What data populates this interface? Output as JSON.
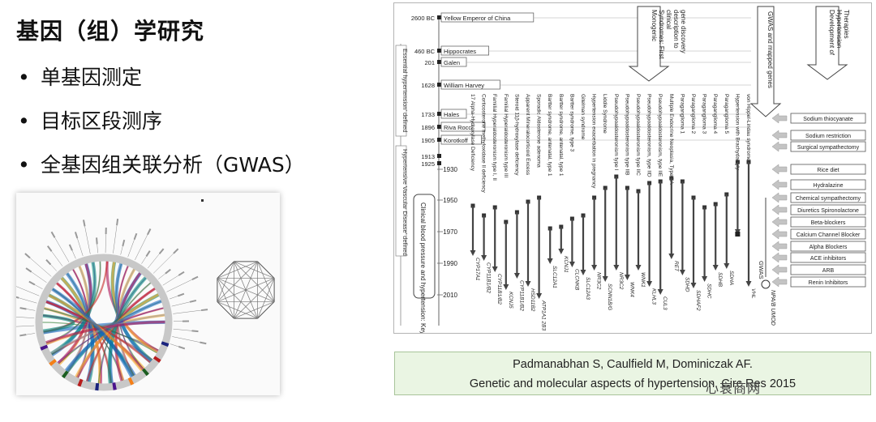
{
  "title": "基因（组）学研究",
  "bullets": [
    "单基因测定",
    "目标区段测序",
    "全基因组关联分析（GWAS）"
  ],
  "bullet_glyph": "•",
  "timeline": {
    "history_events": [
      {
        "year": "2600 BC",
        "label": "Yellow Emperor of China"
      },
      {
        "year": "460 BC",
        "label": "Hippocrates"
      },
      {
        "year": "201",
        "label": "Galen"
      },
      {
        "year": "1628",
        "label": "William Harvey"
      },
      {
        "year": "1733",
        "label": "Hales"
      },
      {
        "year": "1896",
        "label": "Riva Rocci"
      },
      {
        "year": "1905",
        "label": "Korotkoff"
      },
      {
        "year": "1913",
        "label": ""
      },
      {
        "year": "1925",
        "label": ""
      }
    ],
    "decades": [
      "1930",
      "1950",
      "1970",
      "1990",
      "2010"
    ],
    "side_labels": [
      "Essential hypertension' defined",
      "Hypertensive Vascular Disease' defined"
    ],
    "header_arrows": [
      "Monogenic Syndromes: First clinical description to gene discovery",
      "GWAS and mapped genes",
      "Development of Hypertension Therapies"
    ],
    "milestone_label": "Clinical blood pressure and hypertension: Key milestones",
    "monogenic": [
      {
        "name": "17 Alpha-Hydroxylase Deficiency",
        "gene": "CYP17A1"
      },
      {
        "name": "Corticosterone methyloxidase II deficiency",
        "gene": "CYP11B1/B2"
      },
      {
        "name": "Familial Hyperaldosteronism type I, II",
        "gene": "CYP11B1/B2"
      },
      {
        "name": "Familial Hyperaldosteronism type III",
        "gene": "KCNJ5"
      },
      {
        "name": "Steroid 11β-hydroxylase deficiency",
        "gene": "CYP11B1/B2"
      },
      {
        "name": "Apparent Mineralocorticoid Excess",
        "gene": "HSD11B2"
      },
      {
        "name": "Sporadic Aldosterone adenoma",
        "gene": "ATP1A1 2B3"
      },
      {
        "name": "Bartter syndrome, antenatal, type 1",
        "gene": "SLC12A1"
      },
      {
        "name": "Bartter syndrome, antenatal, type 1",
        "gene": "KCNJ1"
      },
      {
        "name": "Bartter syndrome, type 3",
        "gene": "CLCNKB"
      },
      {
        "name": "Gitelman syndrome",
        "gene": "SLC12A3"
      },
      {
        "name": "Hypertension exacerbation in pregnancy",
        "gene": "NR3C2"
      },
      {
        "name": "Liddle Syndrome",
        "gene": "SCNN1B/G"
      },
      {
        "name": "Pseudohypoaldosteronism type I",
        "gene": "NR3C2"
      },
      {
        "name": "Pseudohypoaldosteronism type IIB",
        "gene": "WNK4"
      },
      {
        "name": "Pseudohypoaldosteronism type IIC",
        "gene": "WNK1"
      },
      {
        "name": "Pseudohypoaldosteronism, type IID",
        "gene": "KLHL3"
      },
      {
        "name": "Pseudohypoaldosteronism, type IIE",
        "gene": "CUL3"
      },
      {
        "name": "Multiple Endocrine Neoplasia, Type IIA",
        "gene": "RET"
      },
      {
        "name": "Paraganglioma 1",
        "gene": "SDHD"
      },
      {
        "name": "Paraganglioma 2",
        "gene": "SDHAF2"
      },
      {
        "name": "Paraganglioma 3",
        "gene": "SDHC"
      },
      {
        "name": "Paraganglioma 4",
        "gene": "SDHB"
      },
      {
        "name": "Paraganglioma 5",
        "gene": "SDHA"
      },
      {
        "name": "Hypertension with Brachydactyly",
        "gene": ""
      },
      {
        "name": "von Hippel-Lindau syndrome",
        "gene": "VHL"
      }
    ],
    "gwas_gene": "NPA/B UMOD",
    "gwas_label": "GWAS",
    "therapies": [
      "Sodium thiocyanate",
      "Sodium restriction",
      "Surgical sympathectomy",
      "Rice diet",
      "Hydralazine",
      "Chemical sympathectomy",
      "Diuretics Spironolactone",
      "Beta-blockers",
      "Calcium Channel Blocker",
      "Alpha Blockers",
      "ACE inhibitors",
      "ARB",
      "Renin Inhibitors"
    ]
  },
  "citation": {
    "line1": "Padmanabhan S, Caulfield M, Dominiczak AF.",
    "line2": "Genetic and molecular aspects of hypertension. Circ Res 2015"
  },
  "watermark": "心衰商网"
}
